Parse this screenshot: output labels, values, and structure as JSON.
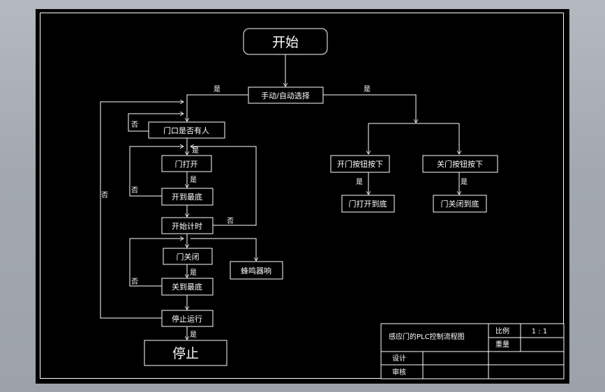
{
  "nodes": {
    "start": "开始",
    "mode_select": "手动/自动选择",
    "door_occupied": "门口是否有人",
    "door_open": "门打开",
    "open_fully": "开到最底",
    "start_timer": "开始计时",
    "door_close": "门关闭",
    "buzzer": "蜂鸣器响",
    "close_fully": "关到最底",
    "stop_running": "停止运行",
    "stop": "停止",
    "open_button": "开门按钮按下",
    "close_button": "关门按钮按下",
    "door_open_full": "门打开到底",
    "door_close_full": "门关闭到底"
  },
  "labels": {
    "yes": "是",
    "no": "否"
  },
  "title_block": {
    "drawing_title": "感应门的PLC控制流程图",
    "scale_label": "比例",
    "scale_value": "1 : 1",
    "weight_label": "重量",
    "design_label": "设计",
    "review_label": "审核"
  }
}
